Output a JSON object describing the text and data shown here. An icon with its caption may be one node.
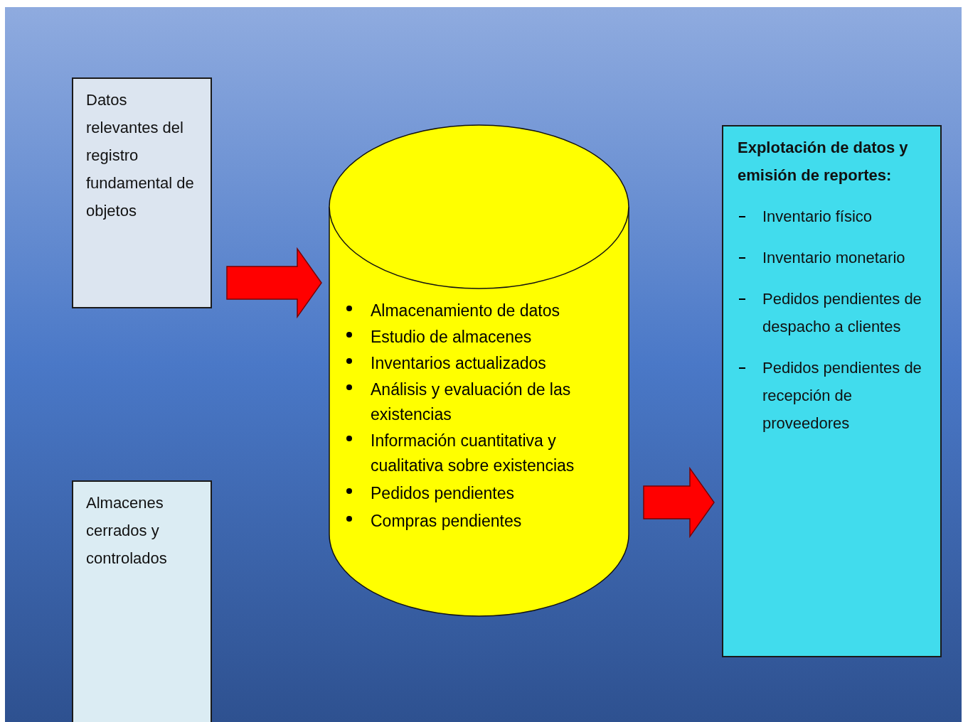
{
  "diagram": {
    "nodes": [
      {
        "text": [
          "Datos relevantes del registro fundamental de objetos"
        ]
      },
      {
        "text": [
          "Almacenes cerrados y controlados"
        ]
      },
      {
        "text": [
          "Almacenamiento de datos",
          "Estudio de almacenes",
          "Inventarios actualizados",
          "Análisis y evaluación de las existencias",
          "Información cuantitativa y cualitativa sobre existencias",
          "Pedidos pendientes",
          "Compras pendientes"
        ]
      },
      {
        "text": [
          "Explotación de datos y emisión de reportes:",
          "Inventario físico",
          "Inventario monetario",
          "Pedidos pendientes de despacho a clientes",
          "Pedidos pendientes de recepción de proveedores"
        ]
      }
    ],
    "edges": [
      {
        "from": 0,
        "to": 2,
        "arrow": "to"
      },
      {
        "from": 2,
        "to": 3,
        "arrow": "to"
      }
    ]
  }
}
